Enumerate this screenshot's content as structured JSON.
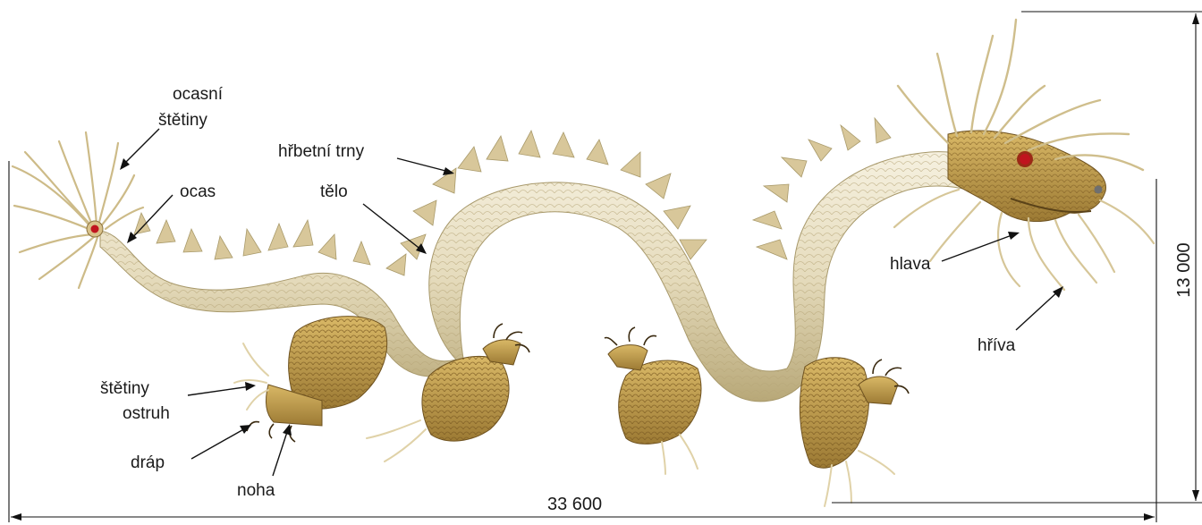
{
  "labels": {
    "tail_bristles": [
      "ocasní",
      "štětiny"
    ],
    "tail": "ocas",
    "dorsal_spines": "hřbetní trny",
    "body": "tělo",
    "head": "hlava",
    "mane": "hříva",
    "spur_bristles": [
      "štětiny",
      "ostruh"
    ],
    "claw": "dráp",
    "leg": "noha"
  },
  "dimensions": {
    "length": "33 600",
    "height": "13 000"
  },
  "colors": {
    "body_light": "#f1ead5",
    "body_mid": "#ddd0a8",
    "body_shadow": "#b9a876",
    "scale_gold": "#c9a24a",
    "scale_dark": "#8a6a2a",
    "spine_light": "#e8d9ae",
    "spine_shadow": "#a9996c",
    "eye_red": "#c0141e",
    "line": "#111111"
  }
}
